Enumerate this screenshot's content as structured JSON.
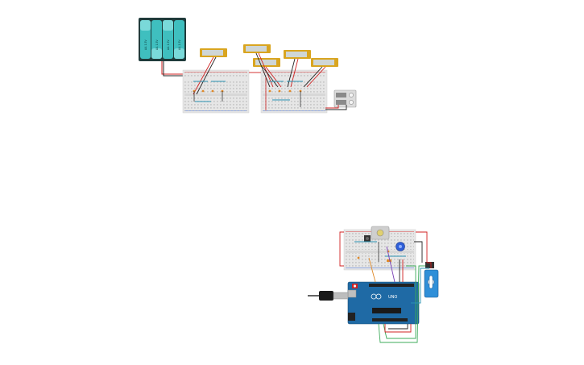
{
  "canvas": {
    "background": "#ffffff"
  },
  "battery_pack": {
    "cells": [
      "AA 1.5V",
      "AA 1.5V",
      "AA 1.5V",
      "AA 1.5V"
    ],
    "colors": {
      "case": "#1f3b3b",
      "cell": "#3fbfbf",
      "cell_dark": "#2a9a9a"
    }
  },
  "arduino": {
    "label": "UNO",
    "colors": {
      "board": "#1f6aa5",
      "header": "#222222"
    }
  },
  "colors": {
    "breadboard": "#e6e6e6",
    "rail_red": "#d83c3c",
    "rail_blue": "#3c6ad8",
    "wire_red": "#d02020",
    "wire_black": "#222222",
    "wire_green": "#3cab5a",
    "wire_purple": "#7a3fb5",
    "wire_teal": "#2a93b2",
    "wire_orange": "#e08a2a",
    "module_gold": "#d9a520",
    "module_body": "#cfd6d6",
    "servo_body": "#2f8fd8",
    "pot": "#2f5fd8"
  }
}
